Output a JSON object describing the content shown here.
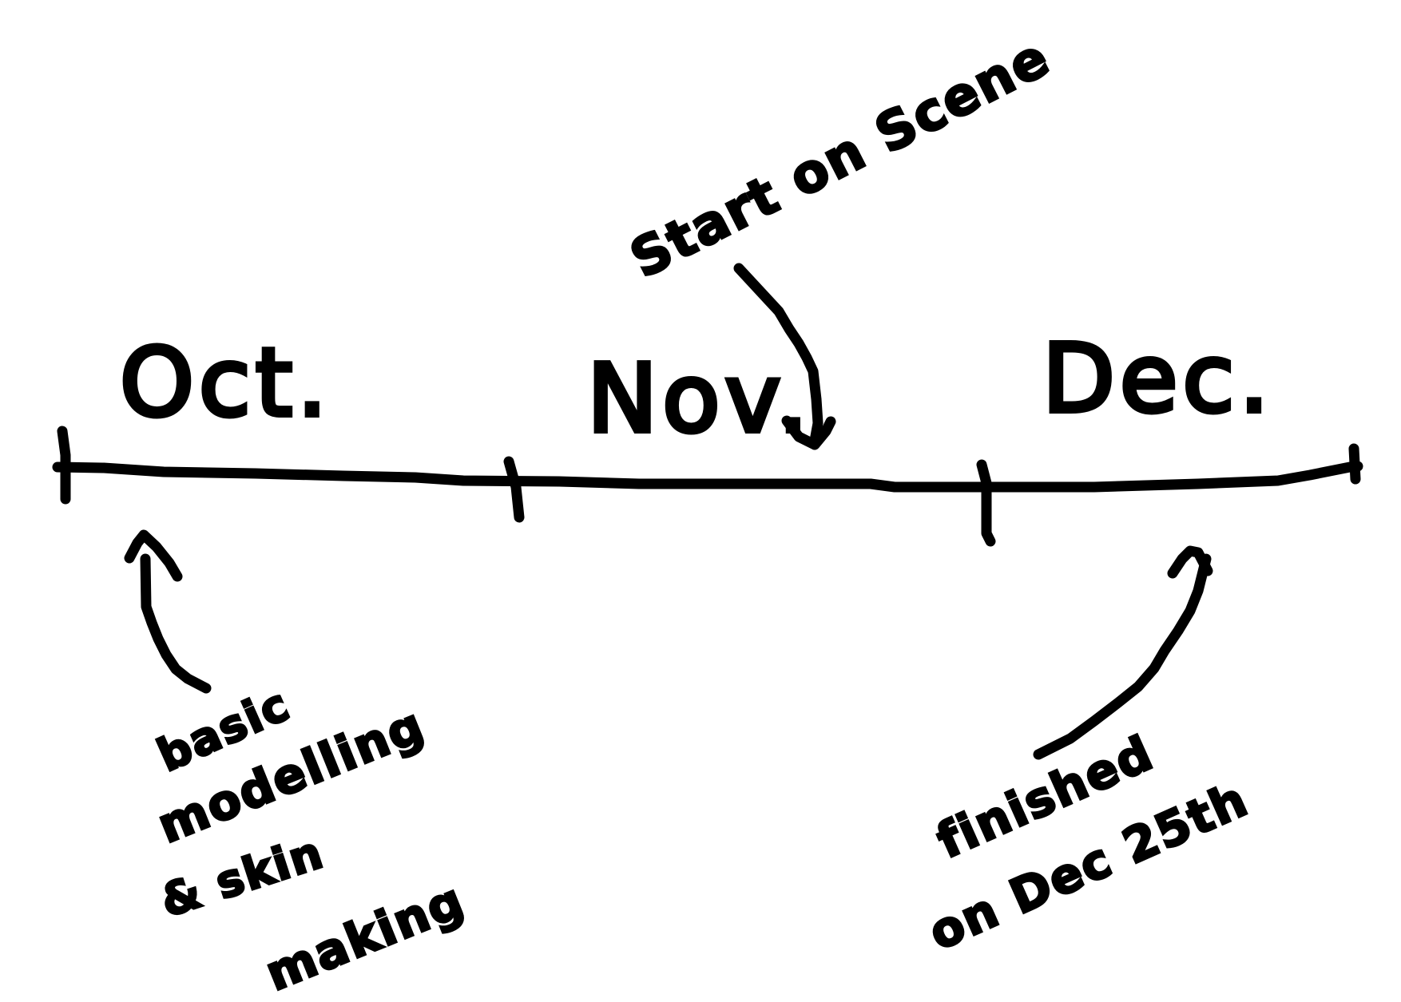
{
  "diagram": {
    "type": "timeline",
    "style": "hand-drawn black marker on white",
    "colors": {
      "ink": "#000000",
      "background": "#ffffff"
    },
    "months": [
      {
        "label": "Oct."
      },
      {
        "label": "Nov."
      },
      {
        "label": "Dec."
      }
    ],
    "annotations": {
      "start_scene": {
        "text": "Start on Scene",
        "points_to": "Nov."
      },
      "oct_note": {
        "line1": "basic",
        "line2": "modelling",
        "line3": "& skin",
        "line4": "making",
        "points_to": "start of Oct."
      },
      "dec_note": {
        "line1": "finished",
        "line2": "on Dec 25th",
        "points_to": "end of Dec."
      }
    }
  }
}
